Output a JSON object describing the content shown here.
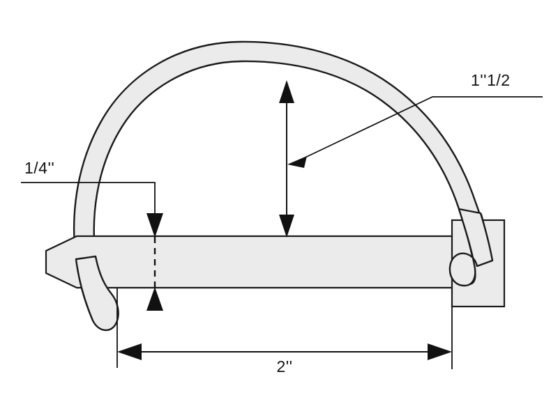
{
  "drawing": {
    "title": "Lynch pin / snap pin technical dimension drawing",
    "background_color": "#ffffff",
    "line_color": "#111111",
    "part_fill_color": "#ebebeb",
    "units": "inches"
  },
  "dimensions": {
    "wire_height": {
      "label": "1''1/2",
      "name": "wire-loop-height",
      "value": "1 1/2",
      "unit": "inch",
      "orientation": "vertical",
      "leader": "diagonal-with-horizontal-shelf"
    },
    "pin_diameter": {
      "label": "1/4''",
      "name": "pin-shaft-diameter",
      "value": "1/4",
      "unit": "inch",
      "orientation": "vertical",
      "leader": "horizontal-shelf-with-drop"
    },
    "pin_length": {
      "label": "2''",
      "name": "pin-usable-length",
      "value": "2",
      "unit": "inch",
      "orientation": "horizontal",
      "leader": "double-headed-dimension-line"
    }
  },
  "parts": [
    {
      "name": "pin-shaft",
      "description": "Cylindrical pin shaft with chamfered left tip"
    },
    {
      "name": "pin-head-block",
      "description": "Rectangular head block at right end with hole"
    },
    {
      "name": "wire-loop",
      "description": "Curved spring wire loop arching over the shaft"
    },
    {
      "name": "wire-hook-end",
      "description": "U-shaped wire end engaged in the head block hole"
    }
  ]
}
